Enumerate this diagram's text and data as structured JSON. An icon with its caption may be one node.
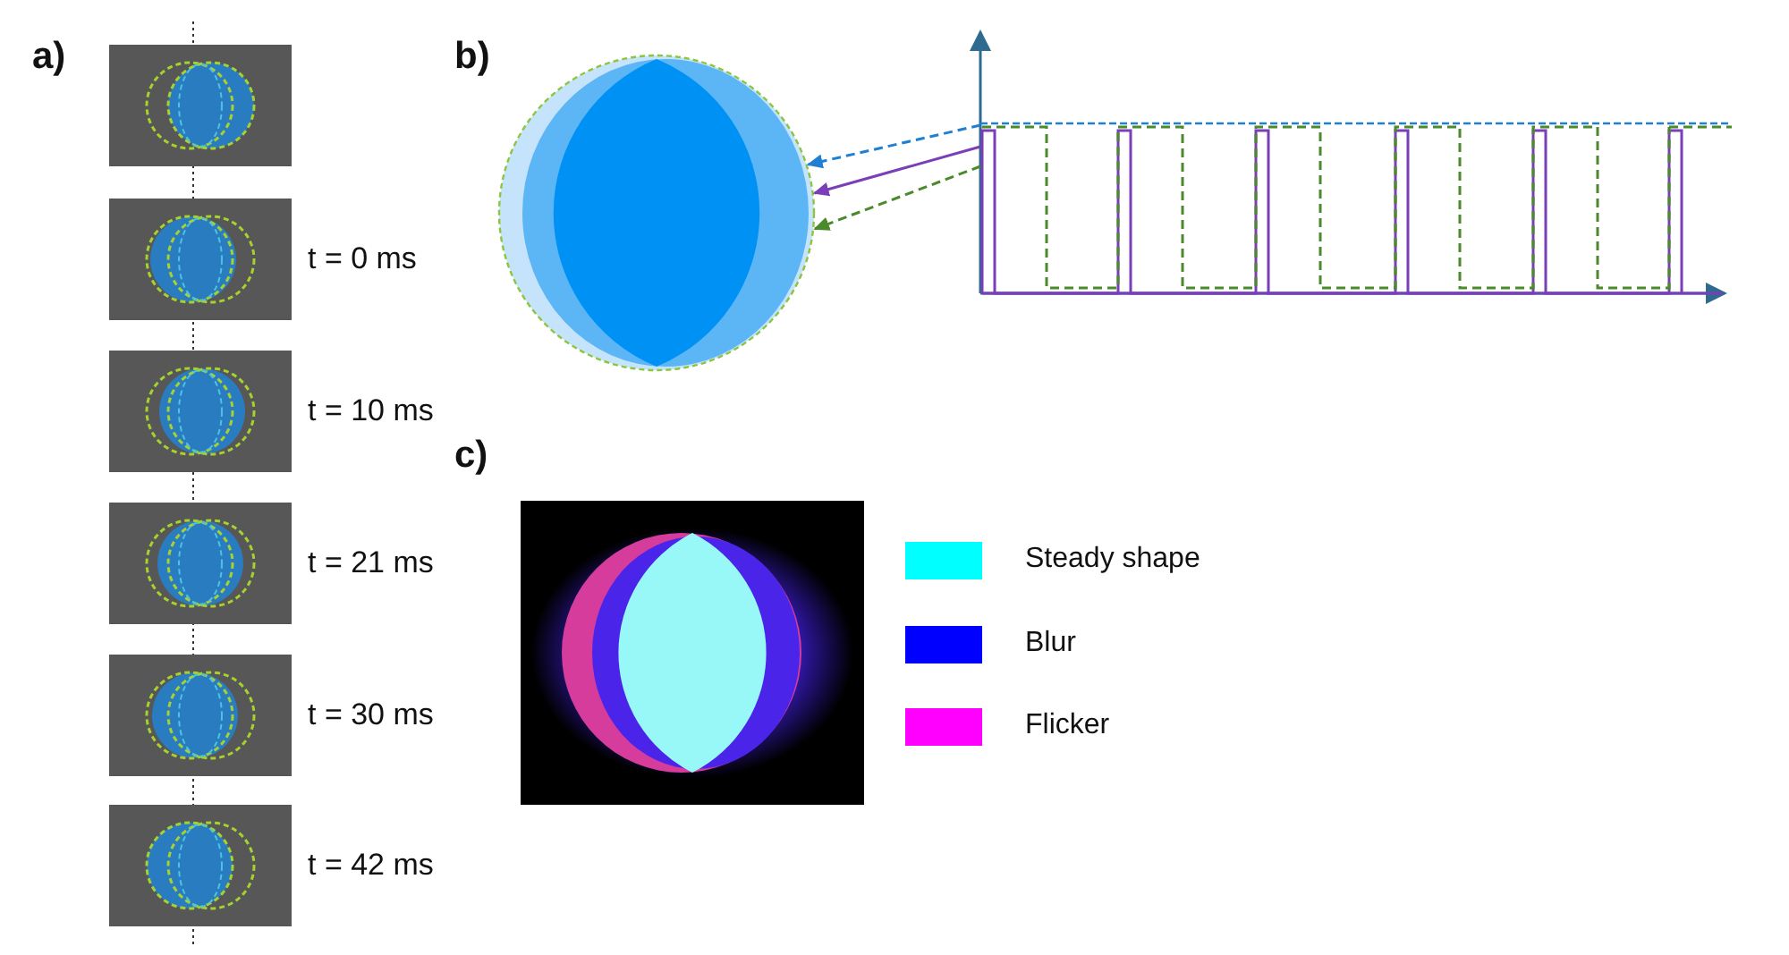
{
  "diagram": {
    "nodes": [
      {
        "text": [],
        "shape": "picture"
      },
      {
        "text": [],
        "shape": "picture",
        "beside": [
          "t = 0 ms"
        ]
      },
      {
        "text": [],
        "shape": "picture",
        "beside": [
          "t = 10 ms"
        ]
      },
      {
        "text": [],
        "shape": "picture",
        "beside": [
          "t = 21 ms"
        ]
      },
      {
        "text": [],
        "shape": "picture",
        "beside": [
          "t = 30 ms"
        ]
      },
      {
        "text": [],
        "shape": "picture",
        "beside": [
          "t = 42 ms"
        ]
      },
      {
        "text": [],
        "shape": "circle"
      },
      {
        "text": [],
        "shape": "picture"
      },
      {
        "text": [],
        "shape": "picture"
      }
    ],
    "edges": [
      {
        "from": 7,
        "to": 6,
        "arrow": "to",
        "style": "dashed",
        "color": "#1f7fd0"
      },
      {
        "from": 7,
        "to": 6,
        "arrow": "to",
        "color": "#7a3fb8"
      },
      {
        "from": 7,
        "to": 6,
        "arrow": "to",
        "style": "dashed",
        "color": "#4a8a2a"
      }
    ],
    "labels": [
      "a)",
      "b)",
      "c)"
    ],
    "legend": [
      {
        "text": "Steady shape",
        "color": "#00ffff"
      },
      {
        "text": "Blur",
        "color": "#0000ff"
      },
      {
        "text": "Flicker",
        "color": "#ff00ff"
      }
    ]
  }
}
